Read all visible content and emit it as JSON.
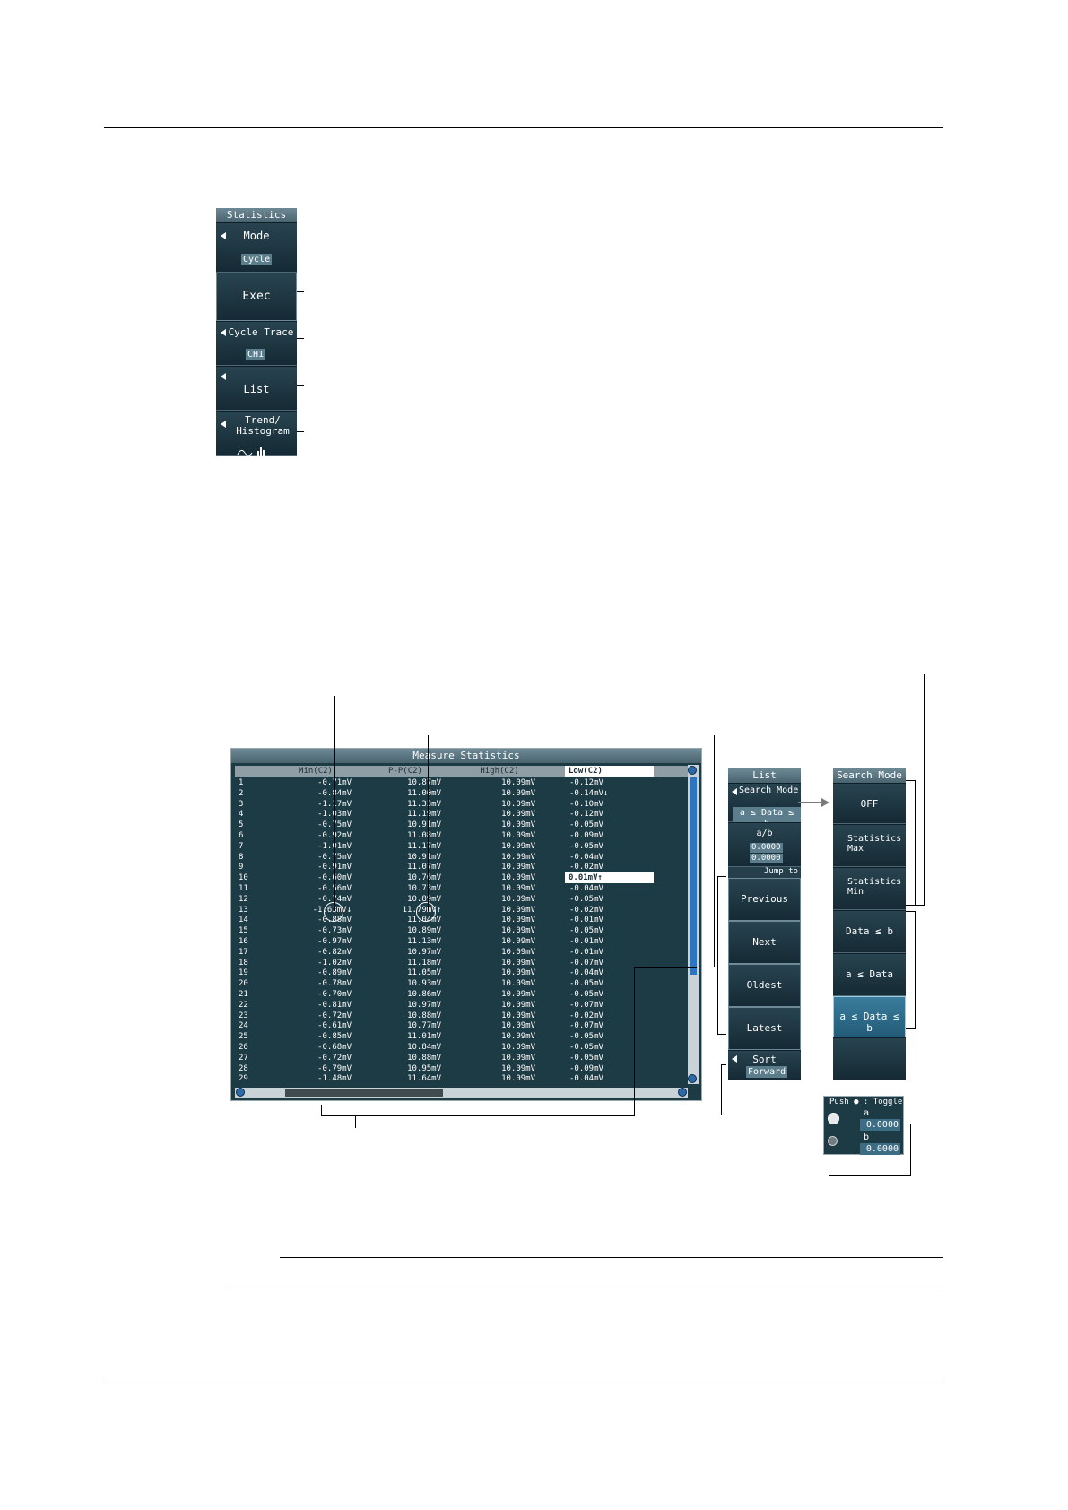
{
  "statistics_menu": {
    "title": "Statistics",
    "mode_label": "Mode",
    "mode_value": "Cycle",
    "exec_label": "Exec",
    "cycle_trace_label": "Cycle Trace",
    "cycle_trace_value": "CH1",
    "list_label": "List",
    "trend_label_1": "Trend/",
    "trend_label_2": "Histogram"
  },
  "table": {
    "title": "Measure Statistics",
    "headers": [
      "Min(C2)",
      "P-P(C2)",
      "High(C2)",
      "Low(C2)"
    ],
    "rows": [
      [
        "1",
        "-0.71mV",
        "10.87mV",
        "10.09mV",
        "-0.12mV"
      ],
      [
        "2",
        "-0.84mV",
        "11.00mV",
        "10.09mV",
        "-0.14mV↓"
      ],
      [
        "3",
        "-1.17mV",
        "11.33mV",
        "10.09mV",
        "-0.10mV"
      ],
      [
        "4",
        "-1.03mV",
        "11.19mV",
        "10.09mV",
        "-0.12mV"
      ],
      [
        "5",
        "-0.75mV",
        "10.91mV",
        "10.09mV",
        "-0.05mV"
      ],
      [
        "6",
        "-0.92mV",
        "11.08mV",
        "10.09mV",
        "-0.09mV"
      ],
      [
        "7",
        "-1.01mV",
        "11.17mV",
        "10.09mV",
        "-0.05mV"
      ],
      [
        "8",
        "-0.75mV",
        "10.91mV",
        "10.09mV",
        "-0.04mV"
      ],
      [
        "9",
        "-0.91mV",
        "11.07mV",
        "10.09mV",
        "-0.02mV"
      ],
      [
        "10",
        "-0.60mV",
        "10.76mV",
        "10.09mV",
        "0.01mV↑"
      ],
      [
        "11",
        "-0.56mV",
        "10.73mV",
        "10.09mV",
        "-0.04mV"
      ],
      [
        "12",
        "-0.74mV",
        "10.89mV",
        "10.09mV",
        "-0.05mV"
      ],
      [
        "13",
        "-1.63mV↓",
        "11.79mV↑",
        "10.09mV",
        "-0.02mV"
      ],
      [
        "14",
        "-0.88mV",
        "11.04mV",
        "10.09mV",
        "-0.01mV"
      ],
      [
        "15",
        "-0.73mV",
        "10.89mV",
        "10.09mV",
        "-0.05mV"
      ],
      [
        "16",
        "-0.97mV",
        "11.13mV",
        "10.09mV",
        "-0.01mV"
      ],
      [
        "17",
        "-0.82mV",
        "10.97mV",
        "10.09mV",
        "-0.01mV"
      ],
      [
        "18",
        "-1.02mV",
        "11.18mV",
        "10.09mV",
        "-0.07mV"
      ],
      [
        "19",
        "-0.89mV",
        "11.05mV",
        "10.09mV",
        "-0.04mV"
      ],
      [
        "20",
        "-0.78mV",
        "10.93mV",
        "10.09mV",
        "-0.05mV"
      ],
      [
        "21",
        "-0.70mV",
        "10.86mV",
        "10.09mV",
        "-0.05mV"
      ],
      [
        "22",
        "-0.81mV",
        "10.97mV",
        "10.09mV",
        "-0.07mV"
      ],
      [
        "23",
        "-0.72mV",
        "10.88mV",
        "10.09mV",
        "-0.02mV"
      ],
      [
        "24",
        "-0.61mV",
        "10.77mV",
        "10.09mV",
        "-0.07mV"
      ],
      [
        "25",
        "-0.85mV",
        "11.01mV",
        "10.09mV",
        "-0.05mV"
      ],
      [
        "26",
        "-0.68mV",
        "10.84mV",
        "10.09mV",
        "-0.05mV"
      ],
      [
        "27",
        "-0.72mV",
        "10.88mV",
        "10.09mV",
        "-0.05mV"
      ],
      [
        "28",
        "-0.79mV",
        "10.95mV",
        "10.09mV",
        "-0.09mV"
      ],
      [
        "29",
        "-1.48mV",
        "11.64mV",
        "10.09mV",
        "-0.04mV"
      ]
    ]
  },
  "list_menu": {
    "title": "List",
    "search_mode_label": "Search Mode",
    "search_mode_value": "a ≤ Data ≤ b",
    "ab_label": "a/b",
    "a_value": "0.0000",
    "b_value": "0.0000",
    "jump_to": "Jump to",
    "previous": "Previous",
    "next": "Next",
    "oldest": "Oldest",
    "latest": "Latest",
    "sort_label": "Sort",
    "sort_value": "Forward"
  },
  "search_mode_menu": {
    "title": "Search Mode",
    "items": [
      "OFF",
      "Statistics Max",
      "Statistics Min",
      "Data ≤ b",
      "a ≤ Data",
      "a ≤ Data ≤ b"
    ],
    "selected_index": 5
  },
  "toggle_box": {
    "header": "Push ● : Toggle",
    "a_label": "a",
    "a_value": "0.0000",
    "b_label": "b",
    "b_value": "0.0000"
  },
  "colors": {
    "panel": "#1d3b45",
    "header": "#5b7883",
    "selected": "#2d6b8a",
    "highlight_cell": "#ffffff"
  }
}
